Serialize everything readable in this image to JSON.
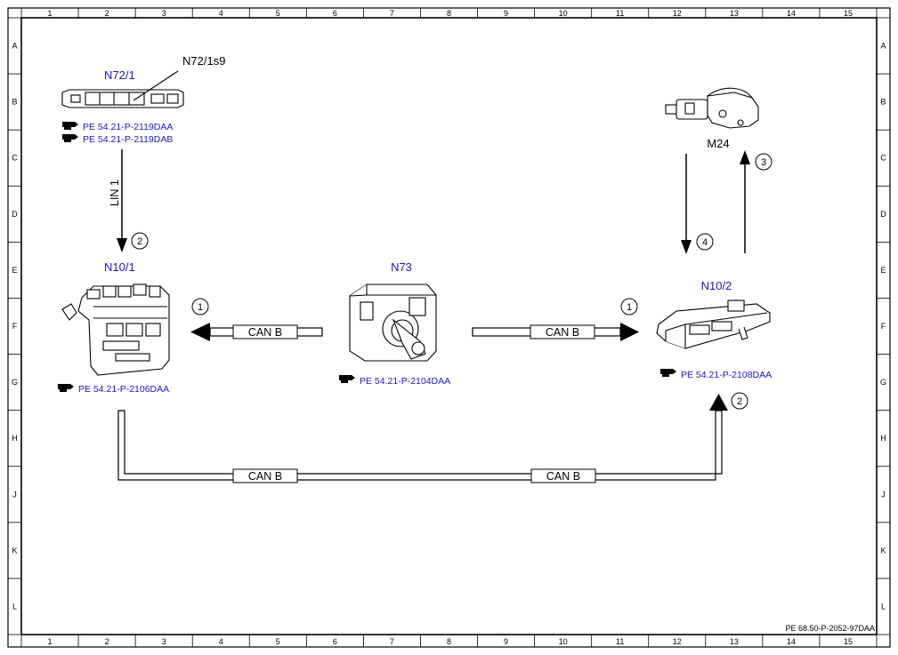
{
  "frame": {
    "columns": [
      "1",
      "2",
      "3",
      "4",
      "5",
      "6",
      "7",
      "8",
      "9",
      "10",
      "11",
      "12",
      "13",
      "14",
      "15"
    ],
    "rows": [
      "A",
      "B",
      "C",
      "D",
      "E",
      "F",
      "G",
      "H",
      "J",
      "K",
      "L"
    ],
    "doc_id": "PE 68.50-P-2052-97DAA"
  },
  "components": {
    "n72_1": {
      "label": "N72/1",
      "sub_label": "N72/1s9",
      "refs": [
        "PE 54.21-P-2119DAA",
        "PE 54.21-P-2119DAB"
      ]
    },
    "n10_1": {
      "label": "N10/1",
      "ref": "PE 54.21-P-2106DAA"
    },
    "n73": {
      "label": "N73",
      "ref": "PE 54.21-P-2104DAA"
    },
    "n10_2": {
      "label": "N10/2",
      "ref": "PE 54.21-P-2108DAA"
    },
    "m24": {
      "label": "M24"
    }
  },
  "connections": {
    "lin_label": "LIN 1",
    "can_left": "CAN B",
    "can_right": "CAN B",
    "can_bottom_left": "CAN B",
    "can_bottom_right": "CAN B"
  },
  "steps": [
    "1",
    "1",
    "2",
    "2",
    "3",
    "4"
  ],
  "colors": {
    "component_label": "#1a18c8",
    "line": "#000000"
  },
  "icons": {
    "reference": "pointing-hand-icon"
  }
}
